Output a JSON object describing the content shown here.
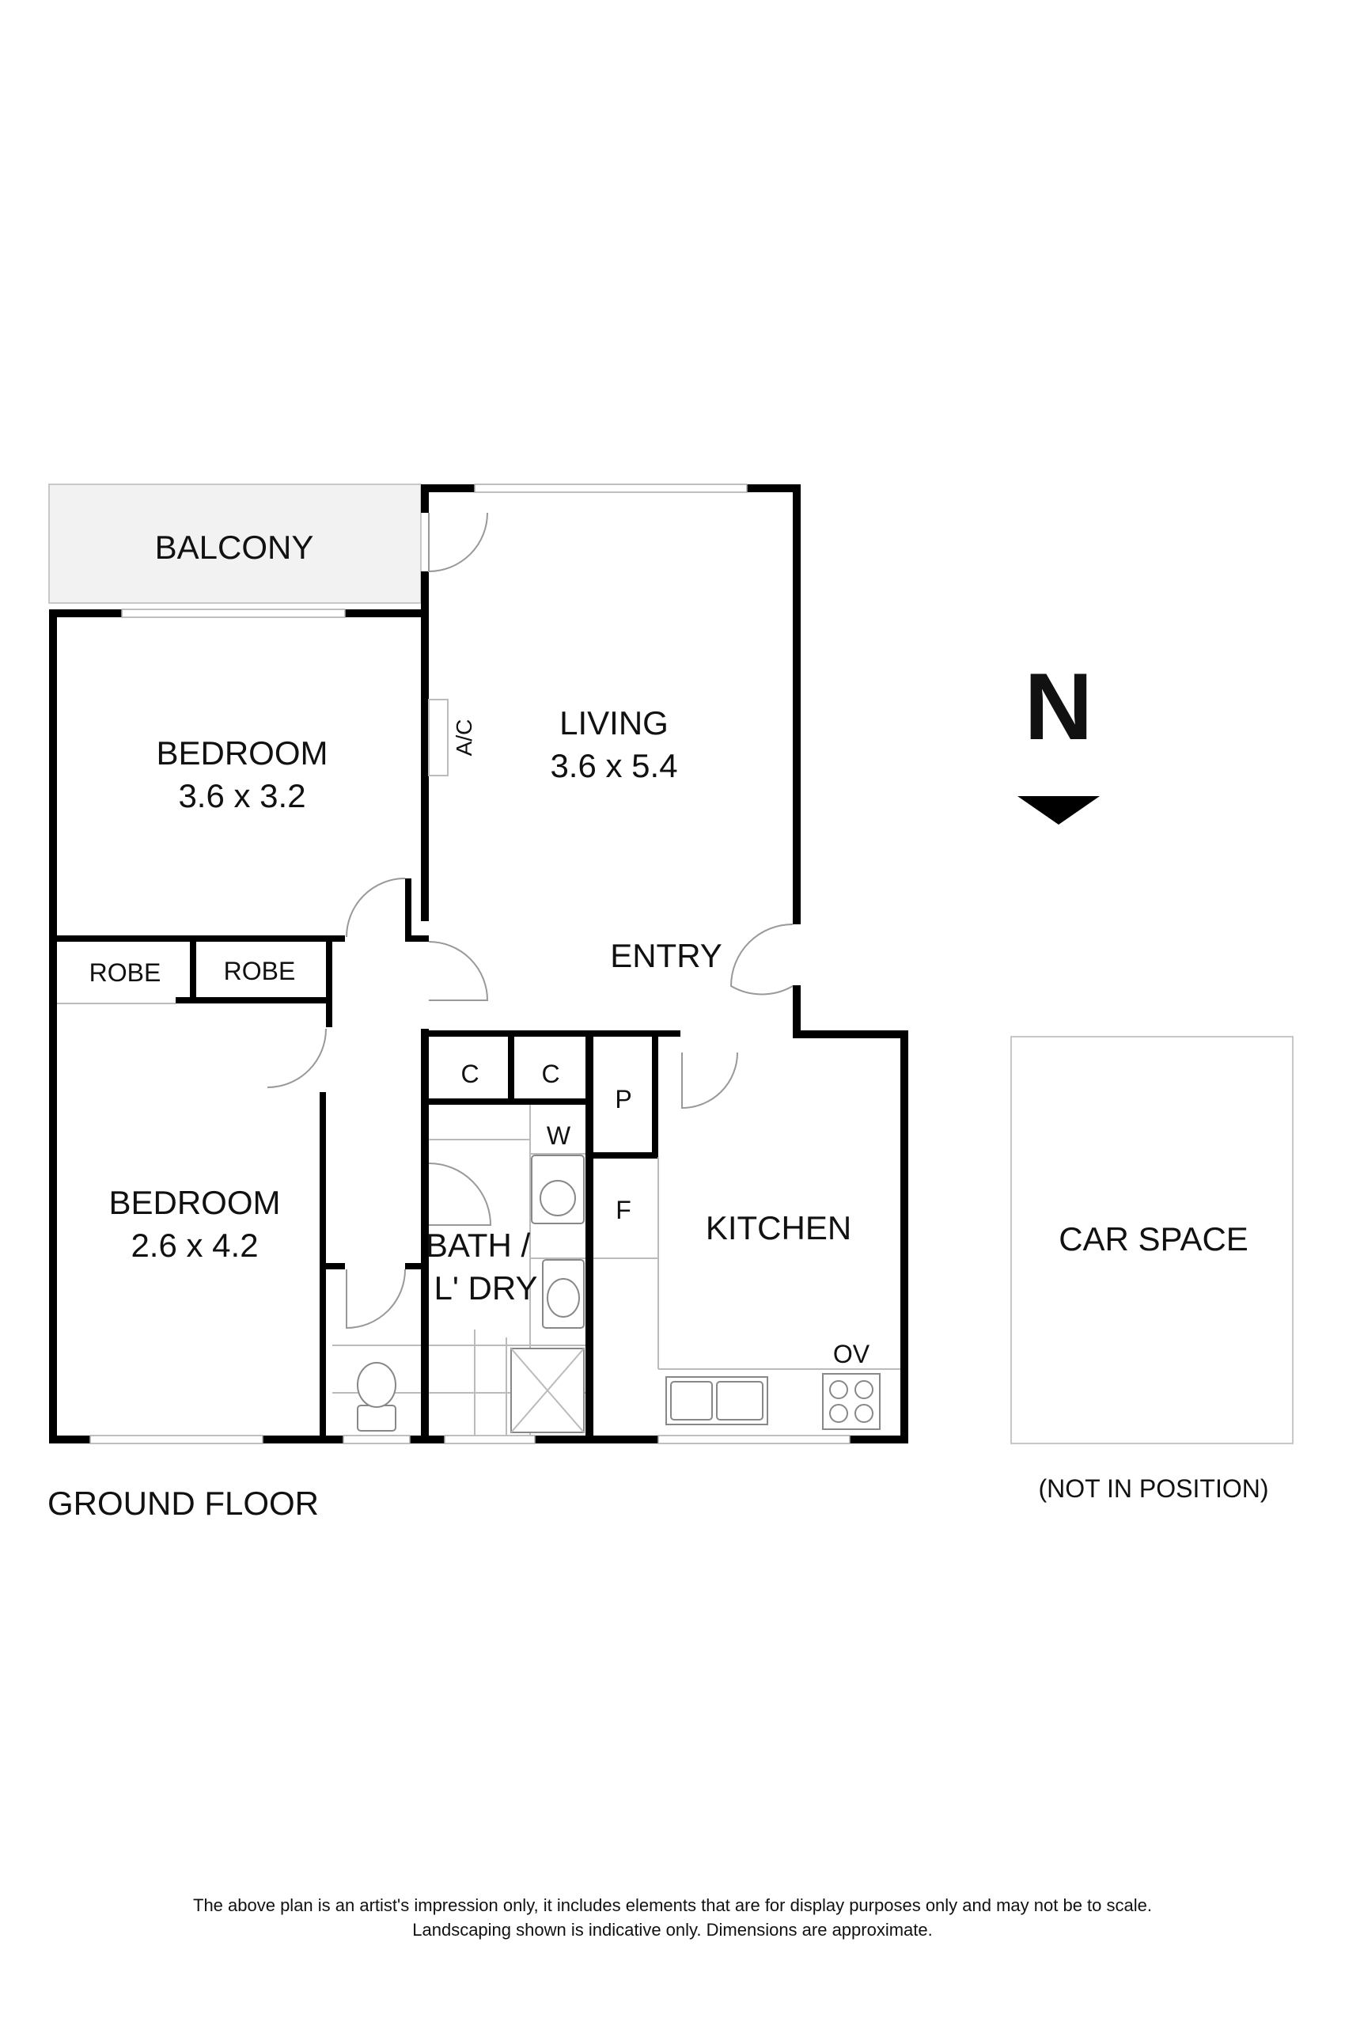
{
  "rooms": {
    "balcony": "BALCONY",
    "living": "LIVING",
    "living_dims": "3.6 x 5.4",
    "bedroom1": "BEDROOM",
    "bedroom1_dims": "3.6 x 3.2",
    "robe1": "ROBE",
    "robe2": "ROBE",
    "entry": "ENTRY",
    "bedroom2": "BEDROOM",
    "bedroom2_dims": "2.6 x 4.2",
    "cupboard1": "C",
    "cupboard2": "C",
    "washer": "W",
    "pantry": "P",
    "fridge": "F",
    "bath_line1": "BATH /",
    "bath_line2": "L' DRY",
    "kitchen": "KITCHEN",
    "oven": "OV",
    "aircon": "A/C",
    "car_space": "CAR SPACE",
    "car_space_note": "(NOT IN POSITION)"
  },
  "compass": {
    "letter": "N"
  },
  "floor_label": "GROUND FLOOR",
  "disclaimer": {
    "line1": "The above plan is an artist's impression only, it includes elements that are for display purposes only and may not be to scale.",
    "line2": "Landscaping shown is indicative only. Dimensions are approximate."
  }
}
